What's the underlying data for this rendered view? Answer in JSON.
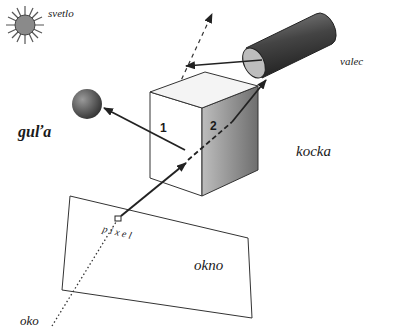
{
  "diagram": {
    "labels": [
      "svetlo",
      "guľa",
      "1",
      "2",
      "valec",
      "kocka",
      "pixel",
      "okno",
      "oko"
    ]
  }
}
